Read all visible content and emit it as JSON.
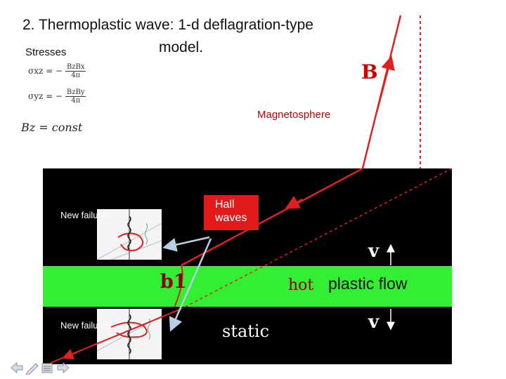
{
  "title": {
    "line1": "2. Thermoplastic wave: 1-d deflagration-type",
    "line2": "model."
  },
  "stresses_label": "Stresses",
  "equations": {
    "eq1": {
      "lhs": "σxz = −",
      "num": "BzBx",
      "den": "4π"
    },
    "eq2": {
      "lhs": "σyz = −",
      "num": "BzBy",
      "den": "4π"
    },
    "eq3": "Bz = const"
  },
  "labels": {
    "magnetosphere": "Magnetosphere",
    "field": "B",
    "hall_waves": "Hall waves",
    "new_failures_top": "New failures",
    "new_failures_bottom": "New failures",
    "b1": "b1",
    "hot": "hot",
    "plastic_flow": "plastic flow",
    "v_top": "v",
    "v_bottom": "v",
    "static": "static"
  },
  "colors": {
    "field_line": "#e02020",
    "band": "#33ee33",
    "panel": "#000000",
    "arrow_blue": "#b8cfe6"
  },
  "nav_icons": [
    "back-arrow-icon",
    "pen-icon",
    "menu-icon",
    "forward-arrow-icon"
  ]
}
